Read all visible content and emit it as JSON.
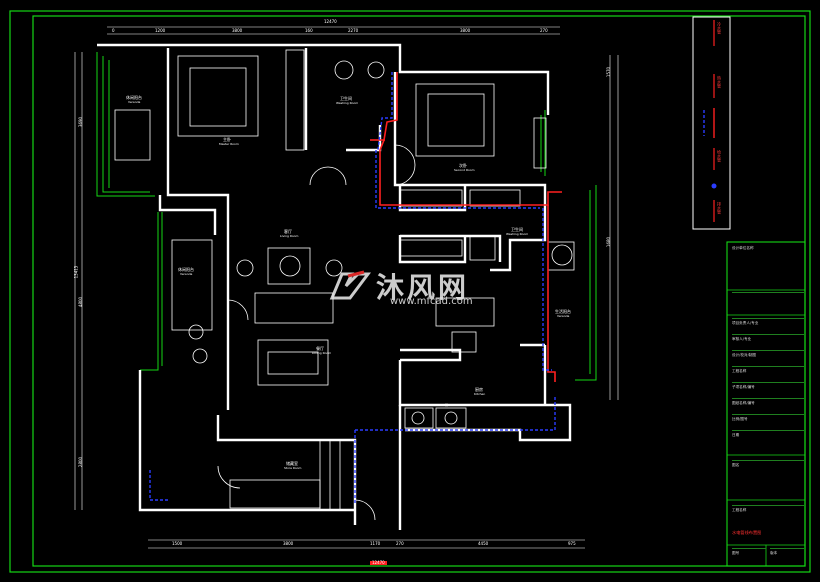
{
  "drawing": {
    "overall_top": "12470",
    "overall_left": "13415",
    "top_dims": [
      "0",
      "1200",
      "3800",
      "160",
      "2270",
      "3800",
      "270"
    ],
    "left_dims": [
      "3690",
      "4800",
      "2800"
    ],
    "bottom_dims": [
      "1500",
      "3800",
      "1170",
      "270",
      "4450",
      "975"
    ],
    "bottom_total": "12470",
    "right_dims": [
      "1570",
      "1680"
    ]
  },
  "rooms": {
    "veranda_nw": {
      "cn": "休闲阳台",
      "en": "Veranda"
    },
    "master": {
      "cn": "主卧",
      "en": "Master Room"
    },
    "bath1": {
      "cn": "卫生间",
      "en": "Washing Room"
    },
    "second": {
      "cn": "次卧",
      "en": "Second Room"
    },
    "living": {
      "cn": "客厅",
      "en": "Living Room"
    },
    "veranda_w": {
      "cn": "休闲阳台",
      "en": "Veranda"
    },
    "bath2": {
      "cn": "卫生间",
      "en": "Washing Room"
    },
    "dining": {
      "cn": "餐厅",
      "en": "Dining Room"
    },
    "veranda_e": {
      "cn": "生活阳台",
      "en": "Veranda"
    },
    "kitchen": {
      "cn": "厨房",
      "en": "Kitchen"
    },
    "store": {
      "cn": "储藏室",
      "en": "Store Room"
    }
  },
  "legend": {
    "items": [
      "冷水管",
      "热水管",
      "给水管",
      "排水管"
    ],
    "colors": {
      "red": "#ff2020",
      "blue": "#2a3cff"
    }
  },
  "title_block": {
    "company": "设计单位名称",
    "rows": [
      "",
      "项目负责人/专业",
      "审核人/专业",
      "设计/校对/制图",
      "工程名称",
      "子项名称/编号",
      "图纸名称/编号",
      "比例/图号",
      "日期",
      "图名"
    ],
    "project_label": "工程名称",
    "drawing_title": "水电管线布置图",
    "footer_left": "图号",
    "footer_right": "版本"
  },
  "watermark": {
    "cn": "沐风网",
    "url": "www.mfcad.com"
  },
  "colors": {
    "frame": "#14d614",
    "wall": "#ffffff",
    "hot": "#ff2020",
    "cold": "#2a3cff"
  }
}
